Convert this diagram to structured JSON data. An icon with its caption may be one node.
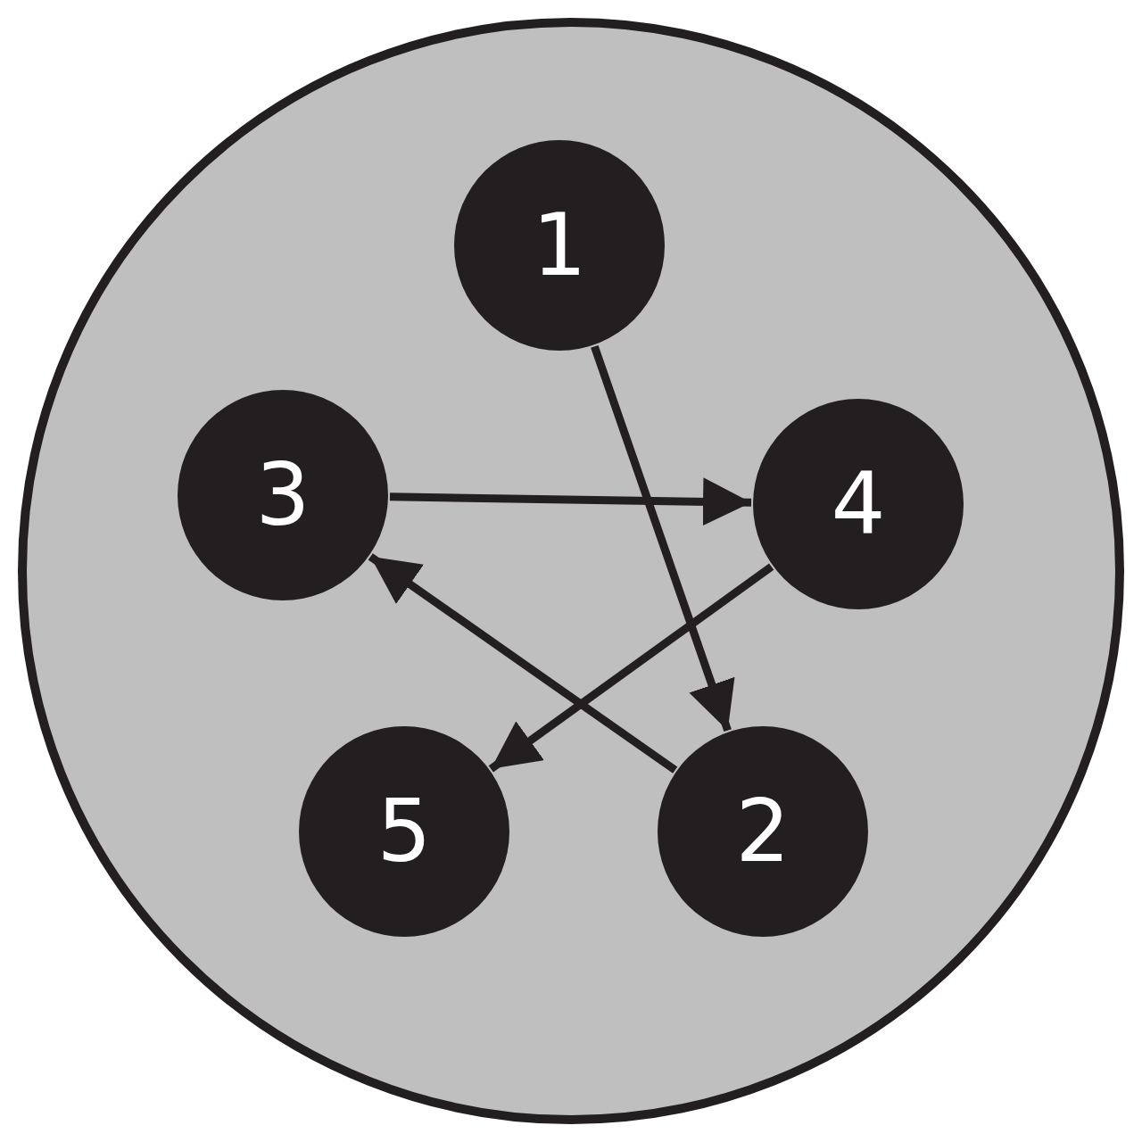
{
  "diagram": {
    "nodes": [
      {
        "text": [],
        "shape": "circle"
      },
      {
        "text": [
          "1"
        ],
        "in": 0
      },
      {
        "text": [
          "3"
        ],
        "in": 0
      },
      {
        "text": [
          "4"
        ],
        "in": 0
      },
      {
        "text": [
          "5"
        ],
        "in": 0
      },
      {
        "text": [
          "2"
        ],
        "in": 0
      }
    ],
    "edges": [
      {
        "from": 1,
        "to": 5,
        "arrow": "to"
      },
      {
        "from": 5,
        "to": 2,
        "arrow": "to"
      },
      {
        "from": 2,
        "to": 3,
        "arrow": "to"
      },
      {
        "from": 3,
        "to": 4,
        "arrow": "to"
      }
    ]
  }
}
